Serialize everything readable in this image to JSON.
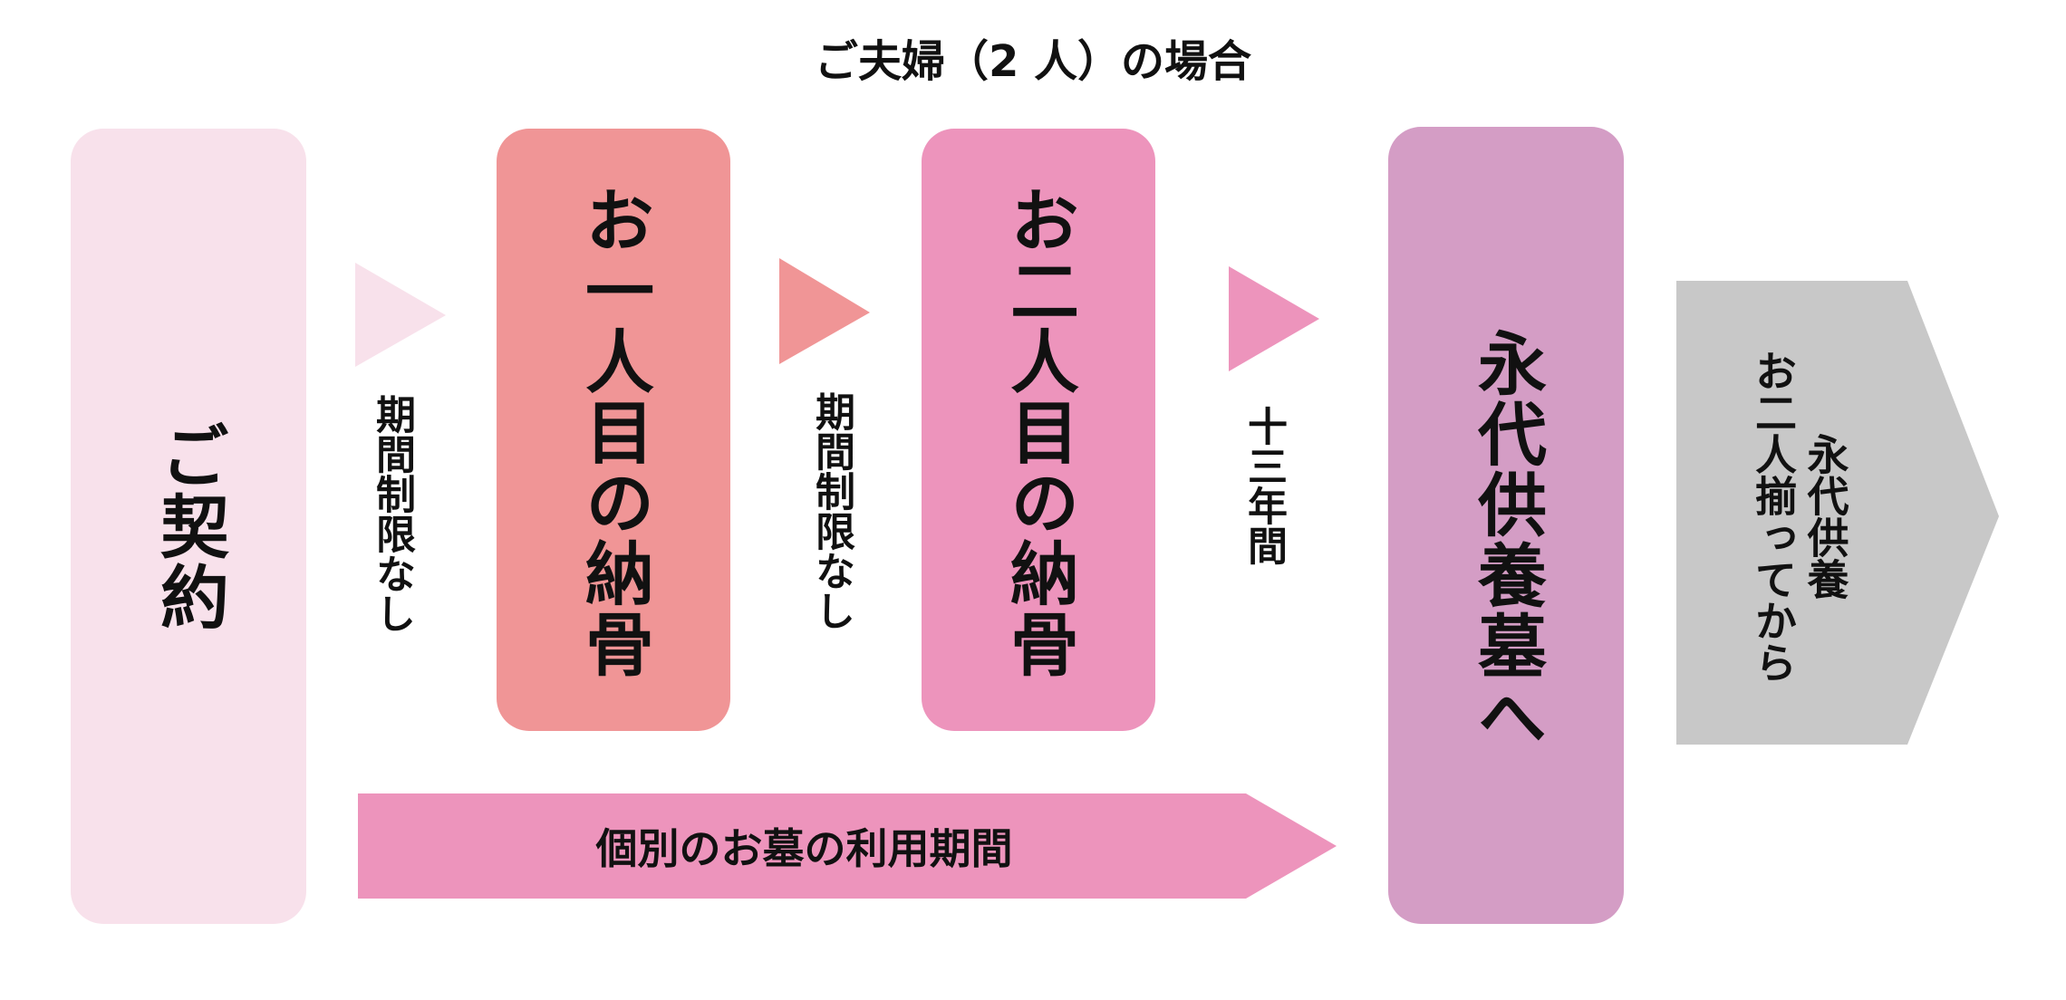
{
  "title": "ご夫婦（2 人）の場合",
  "steps": {
    "contract": "ご契約",
    "first": "お一人目の納骨",
    "second": "お二人目の納骨",
    "eternal": "永代供養墓へ"
  },
  "connectors": {
    "c1": "期間制限なし",
    "c2": "期間制限なし",
    "c3": "十三年間"
  },
  "bar_label": "個別のお墓の利用期間",
  "result": {
    "line1": "お二人揃ってから",
    "line2": "永代供養"
  },
  "colors": {
    "contract": "#f8e1eb",
    "first": "#f09596",
    "second": "#ed94bc",
    "eternal": "#d49dc5",
    "result": "#c8c8c8",
    "bar": "#ed94bc"
  }
}
